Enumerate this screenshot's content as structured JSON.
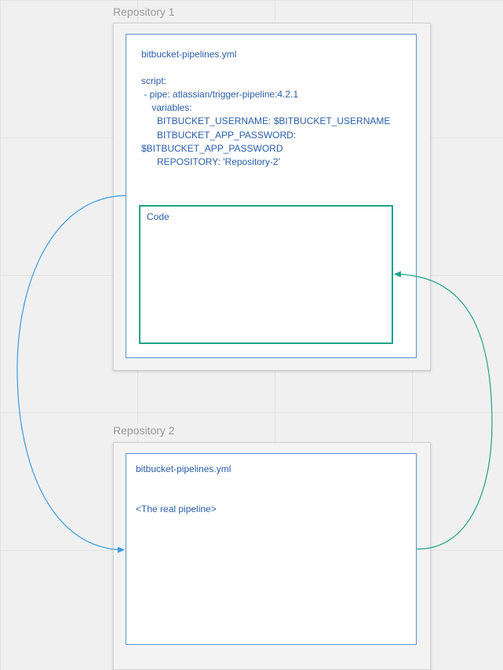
{
  "repo1": {
    "title": "Repository 1",
    "file_title": "bitbucket-pipelines.yml",
    "script_lines": [
      "script:",
      " - pipe: atlassian/trigger-pipeline:4.2.1",
      "    variables:",
      "      BITBUCKET_USERNAME: $BITBUCKET_USERNAME",
      "      BITBUCKET_APP_PASSWORD:",
      "$BITBUCKET_APP_PASSWORD",
      "      REPOSITORY: 'Repository-2'"
    ],
    "code_label": "Code"
  },
  "repo2": {
    "title": "Repository 2",
    "file_title": "bitbucket-pipelines.yml",
    "body_text": "<The real pipeline>"
  },
  "colors": {
    "blue_connector": "#3b9be0",
    "green_connector": "#1ea486",
    "card_border": "#5b8fd0",
    "text": "#2a5da8"
  }
}
